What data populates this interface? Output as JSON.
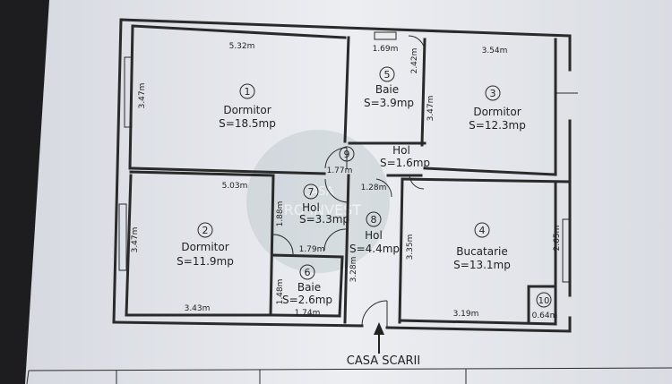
{
  "rooms": [
    {
      "num": "1",
      "name": "Dormitor",
      "area": "S=18.5mp"
    },
    {
      "num": "2",
      "name": "Dormitor",
      "area": "S=11.9mp"
    },
    {
      "num": "3",
      "name": "Dormitor",
      "area": "S=12.3mp"
    },
    {
      "num": "4",
      "name": "Bucatarie",
      "area": "S=13.1mp"
    },
    {
      "num": "5",
      "name": "Baie",
      "area": "S=3.9mp"
    },
    {
      "num": "6",
      "name": "Baie",
      "area": "S=2.6mp"
    },
    {
      "num": "7",
      "name": "Hol",
      "area": "S=3.3mp"
    },
    {
      "num": "8",
      "name": "Hol",
      "area": "S=4.4mp"
    },
    {
      "num": "9",
      "name": "Hol",
      "area": "S=1.6mp"
    },
    {
      "num": "10",
      "name": "",
      "area": ""
    }
  ],
  "dimensions": {
    "d_532": "5.32m",
    "d_169": "1.69m",
    "d_354": "3.54m",
    "d_347a": "3.47m",
    "d_242": "2.42m",
    "d_347b": "3.47m",
    "d_503": "5.03m",
    "d_177": "1.77m",
    "d_128": "1.28m",
    "d_347c": "3.47m",
    "d_188": "1.88m",
    "d_179": "1.79m",
    "d_148": "1.48m",
    "d_328": "3.28m",
    "d_335": "3.35m",
    "d_265": "2.65m",
    "d_343": "3.43m",
    "d_174": "1.74m",
    "d_319": "3.19m",
    "d_064": "0.64m"
  },
  "entrance_label": "CASA SCARII",
  "watermark": "CASA PRO INVEST"
}
